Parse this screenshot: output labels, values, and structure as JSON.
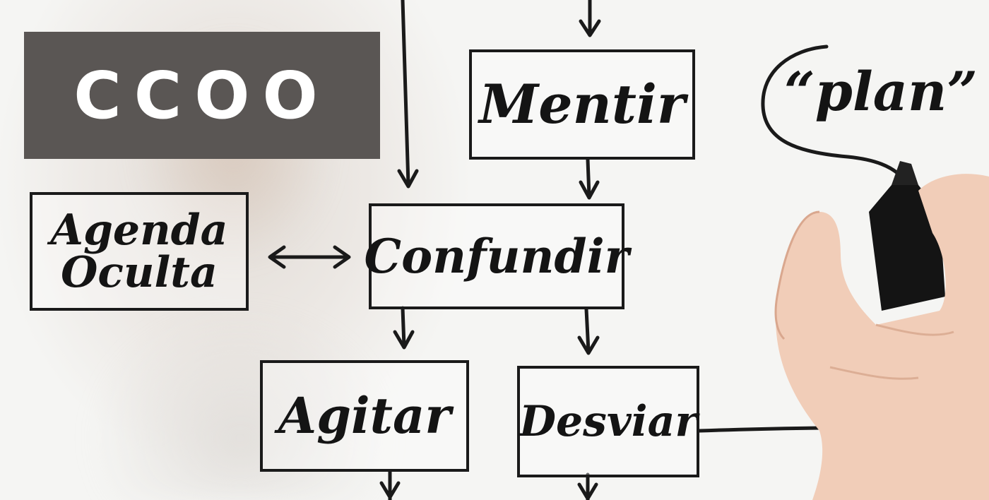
{
  "logo": {
    "text": "CCOO"
  },
  "plan_label": "“plan”",
  "nodes": {
    "mentir": "Mentir",
    "agenda": "Agenda Oculta",
    "confundir": "Confundir",
    "agitar": "Agitar",
    "desviar": "Desviar"
  },
  "colors": {
    "logo_bg": "#5a5654",
    "ink": "#1a1a1a"
  }
}
